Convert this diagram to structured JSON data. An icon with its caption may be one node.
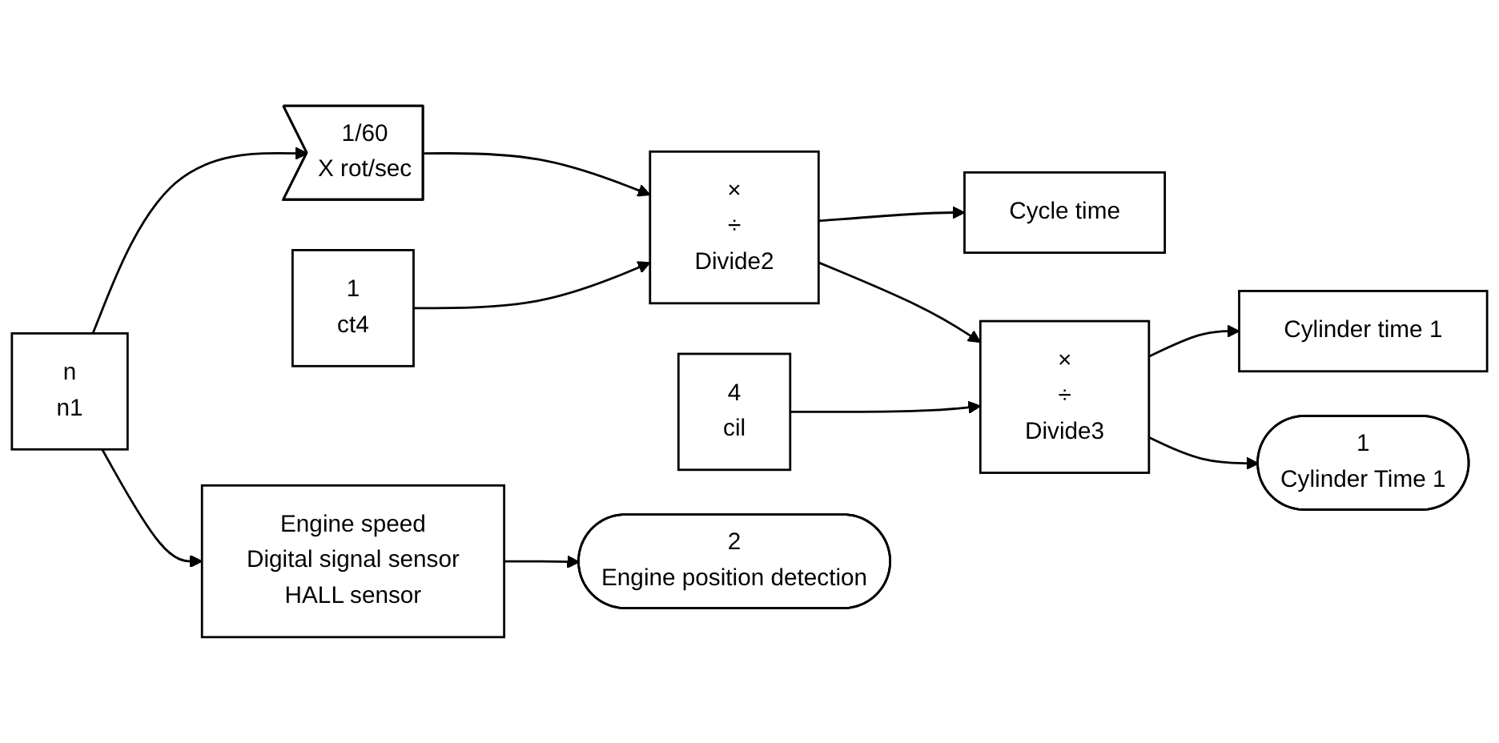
{
  "diagram": {
    "nodes": [
      {
        "text": [
          "n",
          "n1"
        ]
      },
      {
        "text": [
          "1/60",
          "X rot/sec"
        ]
      },
      {
        "text": [
          "1",
          "ct4"
        ]
      },
      {
        "text": [
          "×",
          "÷",
          "Divide2"
        ]
      },
      {
        "text": [
          "Cycle time"
        ]
      },
      {
        "text": [
          "4",
          "cil"
        ]
      },
      {
        "text": [
          "×",
          "÷",
          "Divide3"
        ]
      },
      {
        "text": [
          "Cylinder time 1"
        ]
      },
      {
        "text": [
          "1",
          "Cylinder Time 1"
        ]
      },
      {
        "text": [
          "Engine speed",
          "Digital signal sensor",
          "HALL sensor"
        ]
      },
      {
        "text": [
          "2",
          "Engine position detection"
        ]
      }
    ],
    "edges": [
      {
        "from": 0,
        "to": 1,
        "arrow": "to"
      },
      {
        "from": 0,
        "to": 9,
        "arrow": "to"
      },
      {
        "from": 1,
        "to": 3,
        "arrow": "to"
      },
      {
        "from": 2,
        "to": 3,
        "arrow": "to"
      },
      {
        "from": 3,
        "to": 4,
        "arrow": "to"
      },
      {
        "from": 3,
        "to": 6,
        "arrow": "to"
      },
      {
        "from": 5,
        "to": 6,
        "arrow": "to"
      },
      {
        "from": 6,
        "to": 7,
        "arrow": "to"
      },
      {
        "from": 6,
        "to": 8,
        "arrow": "to"
      },
      {
        "from": 9,
        "to": 10,
        "arrow": "to"
      }
    ]
  }
}
